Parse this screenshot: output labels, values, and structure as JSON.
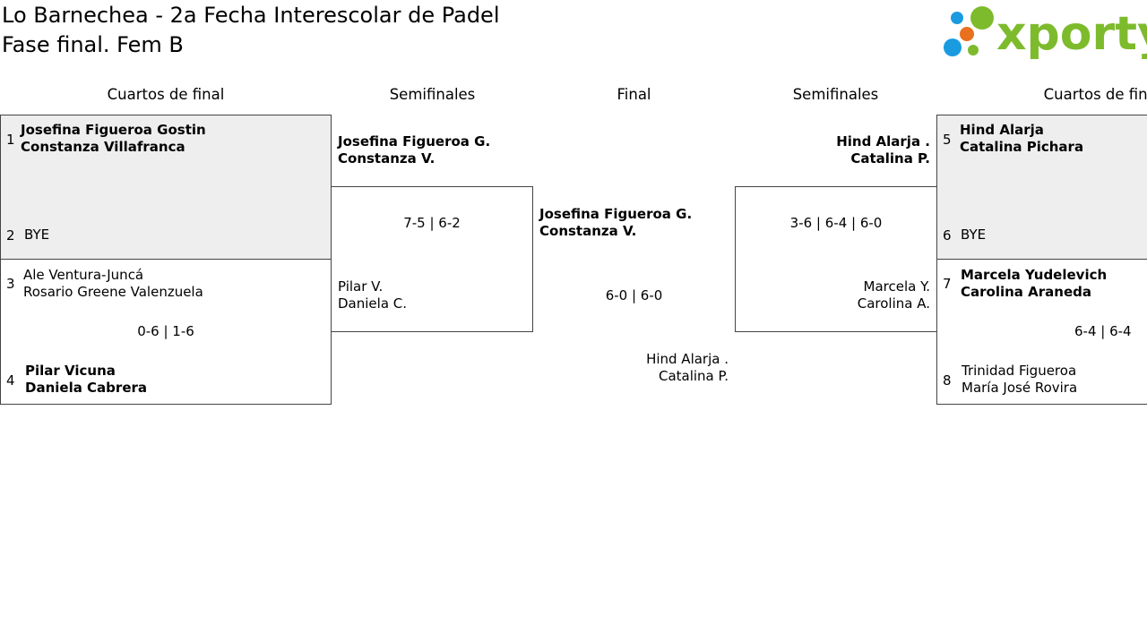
{
  "header": {
    "title_line1": "Lo Barnechea - 2a Fecha Interescolar de Padel",
    "title_line2": "Fase final. Fem B",
    "logo_text": "xporty"
  },
  "colors": {
    "brand_green": "#7dbb2d",
    "dot_blue": "#1a9be0",
    "dot_orange": "#e8701f",
    "box_grey": "#eeeeee"
  },
  "rounds": {
    "qf_left": "Cuartos de final",
    "sf_left": "Semifinales",
    "final": "Final",
    "sf_right": "Semifinales",
    "qf_right": "Cuartos de final"
  },
  "qf_left": {
    "m1": {
      "seed_a": "1",
      "a1": "Josefina Figueroa Gostin",
      "a2": "Constanza Villafranca",
      "seed_b": "2",
      "b1": "BYE"
    },
    "m2": {
      "seed_a": "3",
      "a1": "Ale Ventura-Juncá",
      "a2": "Rosario Greene Valenzuela",
      "score": "0-6 | 1-6",
      "seed_b": "4",
      "b1": "Pilar Vicuna",
      "b2": "Daniela Cabrera"
    }
  },
  "sf_left": {
    "a1": "Josefina Figueroa G.",
    "a2": "Constanza V.",
    "score": "7-5 | 6-2",
    "b1": "Pilar V.",
    "b2": "Daniela C."
  },
  "final": {
    "a1": "Josefina Figueroa G.",
    "a2": "Constanza V.",
    "score": "6-0 | 6-0",
    "b1": "Hind Alarja .",
    "b2": "Catalina P."
  },
  "sf_right": {
    "a1": "Hind Alarja .",
    "a2": "Catalina P.",
    "score": "3-6 | 6-4 | 6-0",
    "b1": "Marcela Y.",
    "b2": "Carolina A."
  },
  "qf_right": {
    "m1": {
      "seed_a": "5",
      "a1": "Hind Alarja",
      "a2": "Catalina Pichara",
      "seed_b": "6",
      "b1": "BYE"
    },
    "m2": {
      "seed_a": "7",
      "a1": "Marcela Yudelevich",
      "a2": "Carolina Araneda",
      "score": "6-4 | 6-4",
      "seed_b": "8",
      "b1": "Trinidad Figueroa",
      "b2": "María José Rovira"
    }
  }
}
